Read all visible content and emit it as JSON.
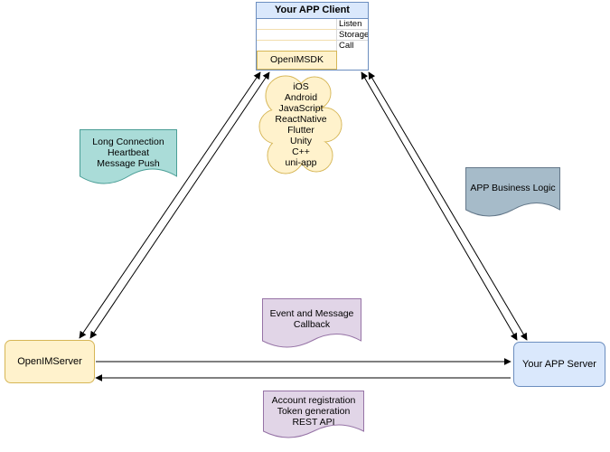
{
  "palette": {
    "blue-fill": "#dae8fc",
    "blue-stroke": "#6c8ebf",
    "yellow-fill": "#fff2cc",
    "yellow-stroke": "#d6b656",
    "teal-fill": "#aadcd8",
    "teal-stroke": "#4a9e96",
    "gray-fill": "#a6bbc9",
    "gray-stroke": "#64788a",
    "purple-fill": "#e1d5e7",
    "purple-stroke": "#9673a6",
    "line": "#000000"
  },
  "client": {
    "title": "Your APP Client",
    "interface_rows": [
      "Listen",
      "Storage",
      "Call"
    ],
    "sdk": "OpenIMSDK"
  },
  "platforms_cloud": [
    "iOS",
    "Android",
    "JavaScript",
    "ReactNative",
    "Flutter",
    "Unity",
    "C++",
    "uni-app"
  ],
  "notes": {
    "long_connection": [
      "Long Connection",
      "Heartbeat",
      "Message Push"
    ],
    "business_logic": [
      "APP Business Logic"
    ],
    "event_callback": [
      "Event and Message",
      "Callback"
    ],
    "rest_api": [
      "Account registration",
      "Token generation",
      "REST API"
    ]
  },
  "servers": {
    "openim": "OpenIMServer",
    "app": "Your APP Server"
  }
}
